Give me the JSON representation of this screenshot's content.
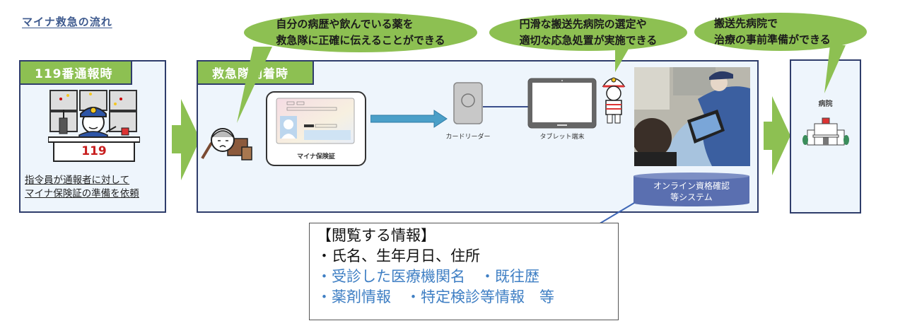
{
  "title": "マイナ救急の流れ",
  "colors": {
    "green": "#8dc052",
    "panel_border": "#2f3d6b",
    "panel_bg": "#eef5fc",
    "blue_text": "#3f7fc4",
    "database": "#5a6fb0",
    "arrow_blue": "#4a9fc8"
  },
  "stages": [
    {
      "label": "119番通報時",
      "caption_lines": [
        "指令員が通報者に対して",
        "マイナ保険証の準備を依頼"
      ],
      "sign": "119",
      "icon": "dispatcher-illustration"
    },
    {
      "label": "救急隊到着時",
      "card_label": "マイナ保険証",
      "reader_label": "カードリーダー",
      "tablet_label": "タブレット端末",
      "database_lines": [
        "オンライン資格確認",
        "等システム"
      ],
      "icons": [
        "elderly-patient-illustration",
        "my-number-card-icon",
        "card-reader-icon",
        "tablet-icon",
        "paramedic-illustration",
        "ambulance-photo"
      ]
    },
    {
      "label": "病院",
      "icon": "hospital-icon"
    }
  ],
  "bubbles": [
    {
      "lines": [
        "自分の病歴や飲んでいる薬を",
        "救急隊に正確に伝えることができる"
      ]
    },
    {
      "lines": [
        "円滑な搬送先病院の選定や",
        "適切な応急処置が実施できる"
      ]
    },
    {
      "lines": [
        "搬送先病院で",
        "治療の事前準備ができる"
      ]
    }
  ],
  "info_box": {
    "heading": "【閲覧する情報】",
    "line1": "・氏名、生年月日、住所",
    "line2": "・受診した医療機関名　・既往歴",
    "line3": "・薬剤情報　・特定検診等情報　等"
  }
}
